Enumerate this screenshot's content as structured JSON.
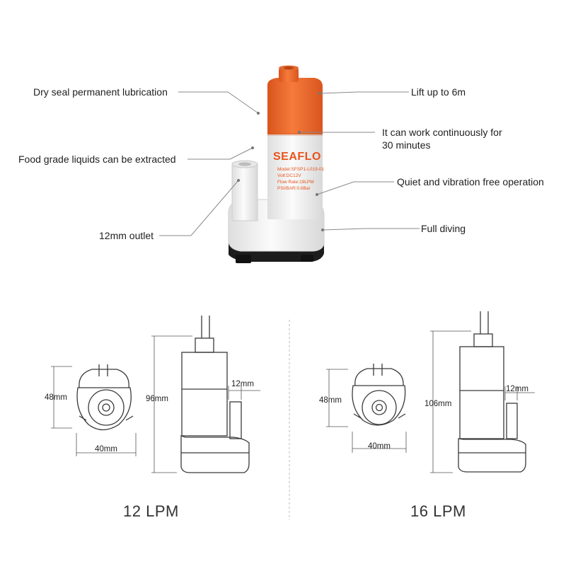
{
  "features": {
    "dry_seal": "Dry seal permanent lubrication",
    "food_grade": "Food grade liquids can be extracted",
    "outlet": "12mm outlet",
    "lift": "Lift up to 6m",
    "continuous_line1": "It can work continuously for",
    "continuous_line2": "30 minutes",
    "quiet": "Quiet and vibration free operation",
    "diving": "Full diving"
  },
  "pump_label": {
    "brand": "SEAFLO",
    "model": "Model:SFSP1-L019-01",
    "volt": "Volt:DC12V",
    "flow": "Flow Rate:19LPM",
    "psi": "PSI/BAR:0.6Bar"
  },
  "models": [
    {
      "name": "12 LPM",
      "height": "96mm",
      "outlet": "12mm",
      "depth": "48mm",
      "width": "40mm"
    },
    {
      "name": "16 LPM",
      "height": "106mm",
      "outlet": "12mm",
      "depth": "48mm",
      "width": "40mm"
    }
  ],
  "colors": {
    "orange": "#f06a2c",
    "body": "#f2f2f2",
    "base": "#1c1c1c",
    "line": "#8a8a8a"
  }
}
